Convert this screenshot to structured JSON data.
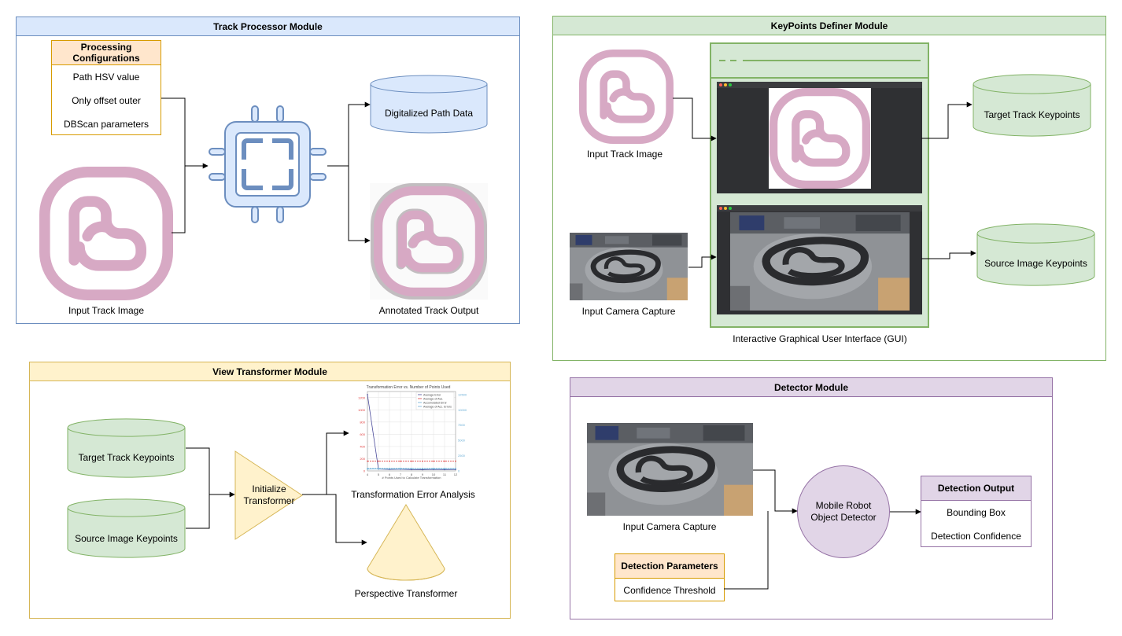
{
  "colors": {
    "blue_border": "#6c8ebf",
    "blue_fill": "#dae8fc",
    "green_border": "#82b366",
    "green_fill": "#d5e8d4",
    "yellow_border": "#d6b656",
    "yellow_fill": "#fff2cc",
    "orange_border": "#d79b00",
    "orange_fill": "#ffe6cc",
    "purple_border": "#9673a6",
    "purple_fill": "#e1d5e7",
    "track_pink": "#d7a9c4"
  },
  "track_processor": {
    "title": "Track Processor Module",
    "config": {
      "title": "Processing Configurations",
      "items": [
        "Path HSV value",
        "Only offset outer",
        "DBScan parameters"
      ]
    },
    "input_label": "Input Track Image",
    "processor_icon": "cpu-chip-icon",
    "output_db_label": "Digitalized Path Data",
    "output_image_label": "Annotated Track Output"
  },
  "keypoints_definer": {
    "title": "KeyPoints Definer Module",
    "input_track_label": "Input Track Image",
    "input_camera_label": "Input Camera Capture",
    "gui_label": "Interactive Graphical User Interface (GUI)",
    "target_db_label": "Target Track Keypoints",
    "source_db_label": "Source Image Keypoints"
  },
  "view_transformer": {
    "title": "View Transformer Module",
    "target_db_label": "Target Track Keypoints",
    "source_db_label": "Source Image Keypoints",
    "init_label": "Initialize Transformer",
    "chart_caption": "Transformation Error Analysis",
    "perspective_label": "Perspective Transformer"
  },
  "detector": {
    "title": "Detector Module",
    "input_camera_label": "Input Camera Capture",
    "detector_label": "Mobile Robot Object Detector",
    "params": {
      "title": "Detection Parameters",
      "items": [
        "Confidence Threshold"
      ]
    },
    "output": {
      "title": "Detection Output",
      "items": [
        "Bounding Box",
        "Detection Confidence"
      ]
    }
  },
  "chart_data": {
    "type": "line",
    "title": "Transformation Error vs. Number of Points Used",
    "xlabel": "# Points Used to Calculate Transformation",
    "ylabel": "",
    "x": [
      4,
      5,
      6,
      7,
      8,
      9,
      10,
      11,
      12
    ],
    "xticks": [
      "4",
      "5",
      "6",
      "7",
      "8",
      "9",
      "10",
      "11",
      "12"
    ],
    "yticks_left": [
      "0",
      "200",
      "400",
      "600",
      "800",
      "1000",
      "1200"
    ],
    "yticks_right": [
      "0",
      "2500",
      "5000",
      "7500",
      "10000",
      "12500"
    ],
    "ylim_left": [
      0,
      1300
    ],
    "ylim_right": [
      0,
      13000
    ],
    "legend": [
      "Average Error",
      "Average of Ave.",
      "Accumulated Error",
      "Average of Acc. Errors"
    ],
    "legend_position": "top-right",
    "grid": true,
    "series": [
      {
        "name": "Average Error",
        "axis": "left",
        "color": "#4a4a9a",
        "values": [
          1250,
          30,
          25,
          28,
          22,
          20,
          24,
          21,
          23
        ]
      },
      {
        "name": "Average of Ave.",
        "axis": "left",
        "color": "#e04040",
        "values": [
          160,
          160,
          160,
          160,
          160,
          160,
          160,
          160,
          160
        ]
      },
      {
        "name": "Accumulated Error",
        "axis": "right",
        "color": "#6aaed6",
        "values": [
          300,
          320,
          340,
          330,
          350,
          340,
          330,
          345,
          350
        ]
      },
      {
        "name": "Average of Acc. Errors",
        "axis": "right",
        "color": "#6aaed6",
        "values": [
          400,
          400,
          400,
          400,
          400,
          400,
          400,
          400,
          400
        ]
      }
    ]
  }
}
